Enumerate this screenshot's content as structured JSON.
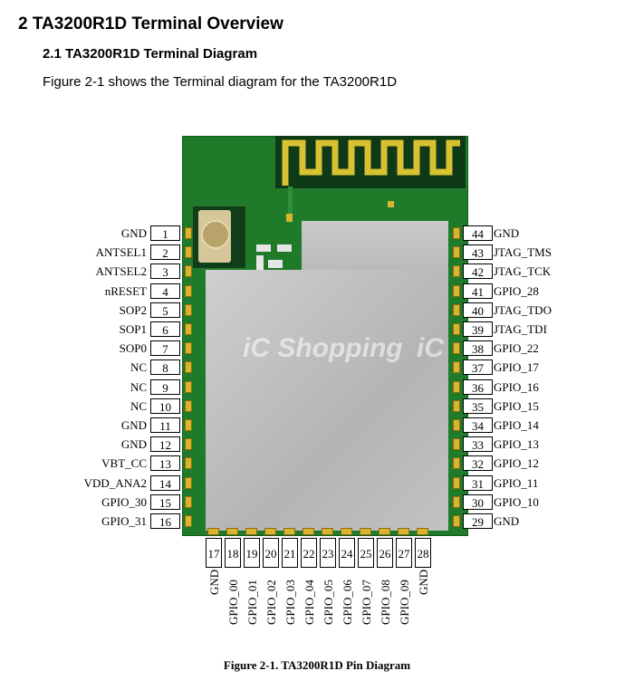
{
  "heading": "2 TA3200R1D Terminal Overview",
  "subheading": "2.1 TA3200R1D Terminal Diagram",
  "intro": "Figure 2-1 shows the Terminal diagram for the TA3200R1D",
  "caption": "Figure 2-1. TA3200R1D Pin Diagram",
  "watermark": "iC Shopping",
  "left_pins": [
    {
      "num": "1",
      "name": "GND"
    },
    {
      "num": "2",
      "name": "ANTSEL1"
    },
    {
      "num": "3",
      "name": "ANTSEL2"
    },
    {
      "num": "4",
      "name": "nRESET"
    },
    {
      "num": "5",
      "name": "SOP2"
    },
    {
      "num": "6",
      "name": "SOP1"
    },
    {
      "num": "7",
      "name": "SOP0"
    },
    {
      "num": "8",
      "name": "NC"
    },
    {
      "num": "9",
      "name": "NC"
    },
    {
      "num": "10",
      "name": "NC"
    },
    {
      "num": "11",
      "name": "GND"
    },
    {
      "num": "12",
      "name": "GND"
    },
    {
      "num": "13",
      "name": "VBT_CC"
    },
    {
      "num": "14",
      "name": "VDD_ANA2"
    },
    {
      "num": "15",
      "name": "GPIO_30"
    },
    {
      "num": "16",
      "name": "GPIO_31"
    }
  ],
  "right_pins": [
    {
      "num": "44",
      "name": "GND"
    },
    {
      "num": "43",
      "name": "JTAG_TMS"
    },
    {
      "num": "42",
      "name": "JTAG_TCK"
    },
    {
      "num": "41",
      "name": "GPIO_28"
    },
    {
      "num": "40",
      "name": "JTAG_TDO"
    },
    {
      "num": "39",
      "name": "JTAG_TDI"
    },
    {
      "num": "38",
      "name": "GPIO_22"
    },
    {
      "num": "37",
      "name": "GPIO_17"
    },
    {
      "num": "36",
      "name": "GPIO_16"
    },
    {
      "num": "35",
      "name": "GPIO_15"
    },
    {
      "num": "34",
      "name": "GPIO_14"
    },
    {
      "num": "33",
      "name": "GPIO_13"
    },
    {
      "num": "32",
      "name": "GPIO_12"
    },
    {
      "num": "31",
      "name": "GPIO_11"
    },
    {
      "num": "30",
      "name": "GPIO_10"
    },
    {
      "num": "29",
      "name": "GND"
    }
  ],
  "bottom_pins": [
    {
      "num": "17",
      "name": "GND"
    },
    {
      "num": "18",
      "name": "GPIO_00"
    },
    {
      "num": "19",
      "name": "GPIO_01"
    },
    {
      "num": "20",
      "name": "GPIO_02"
    },
    {
      "num": "21",
      "name": "GPIO_03"
    },
    {
      "num": "22",
      "name": "GPIO_04"
    },
    {
      "num": "23",
      "name": "GPIO_05"
    },
    {
      "num": "24",
      "name": "GPIO_06"
    },
    {
      "num": "25",
      "name": "GPIO_07"
    },
    {
      "num": "26",
      "name": "GPIO_08"
    },
    {
      "num": "27",
      "name": "GPIO_09"
    },
    {
      "num": "28",
      "name": "GND"
    }
  ]
}
